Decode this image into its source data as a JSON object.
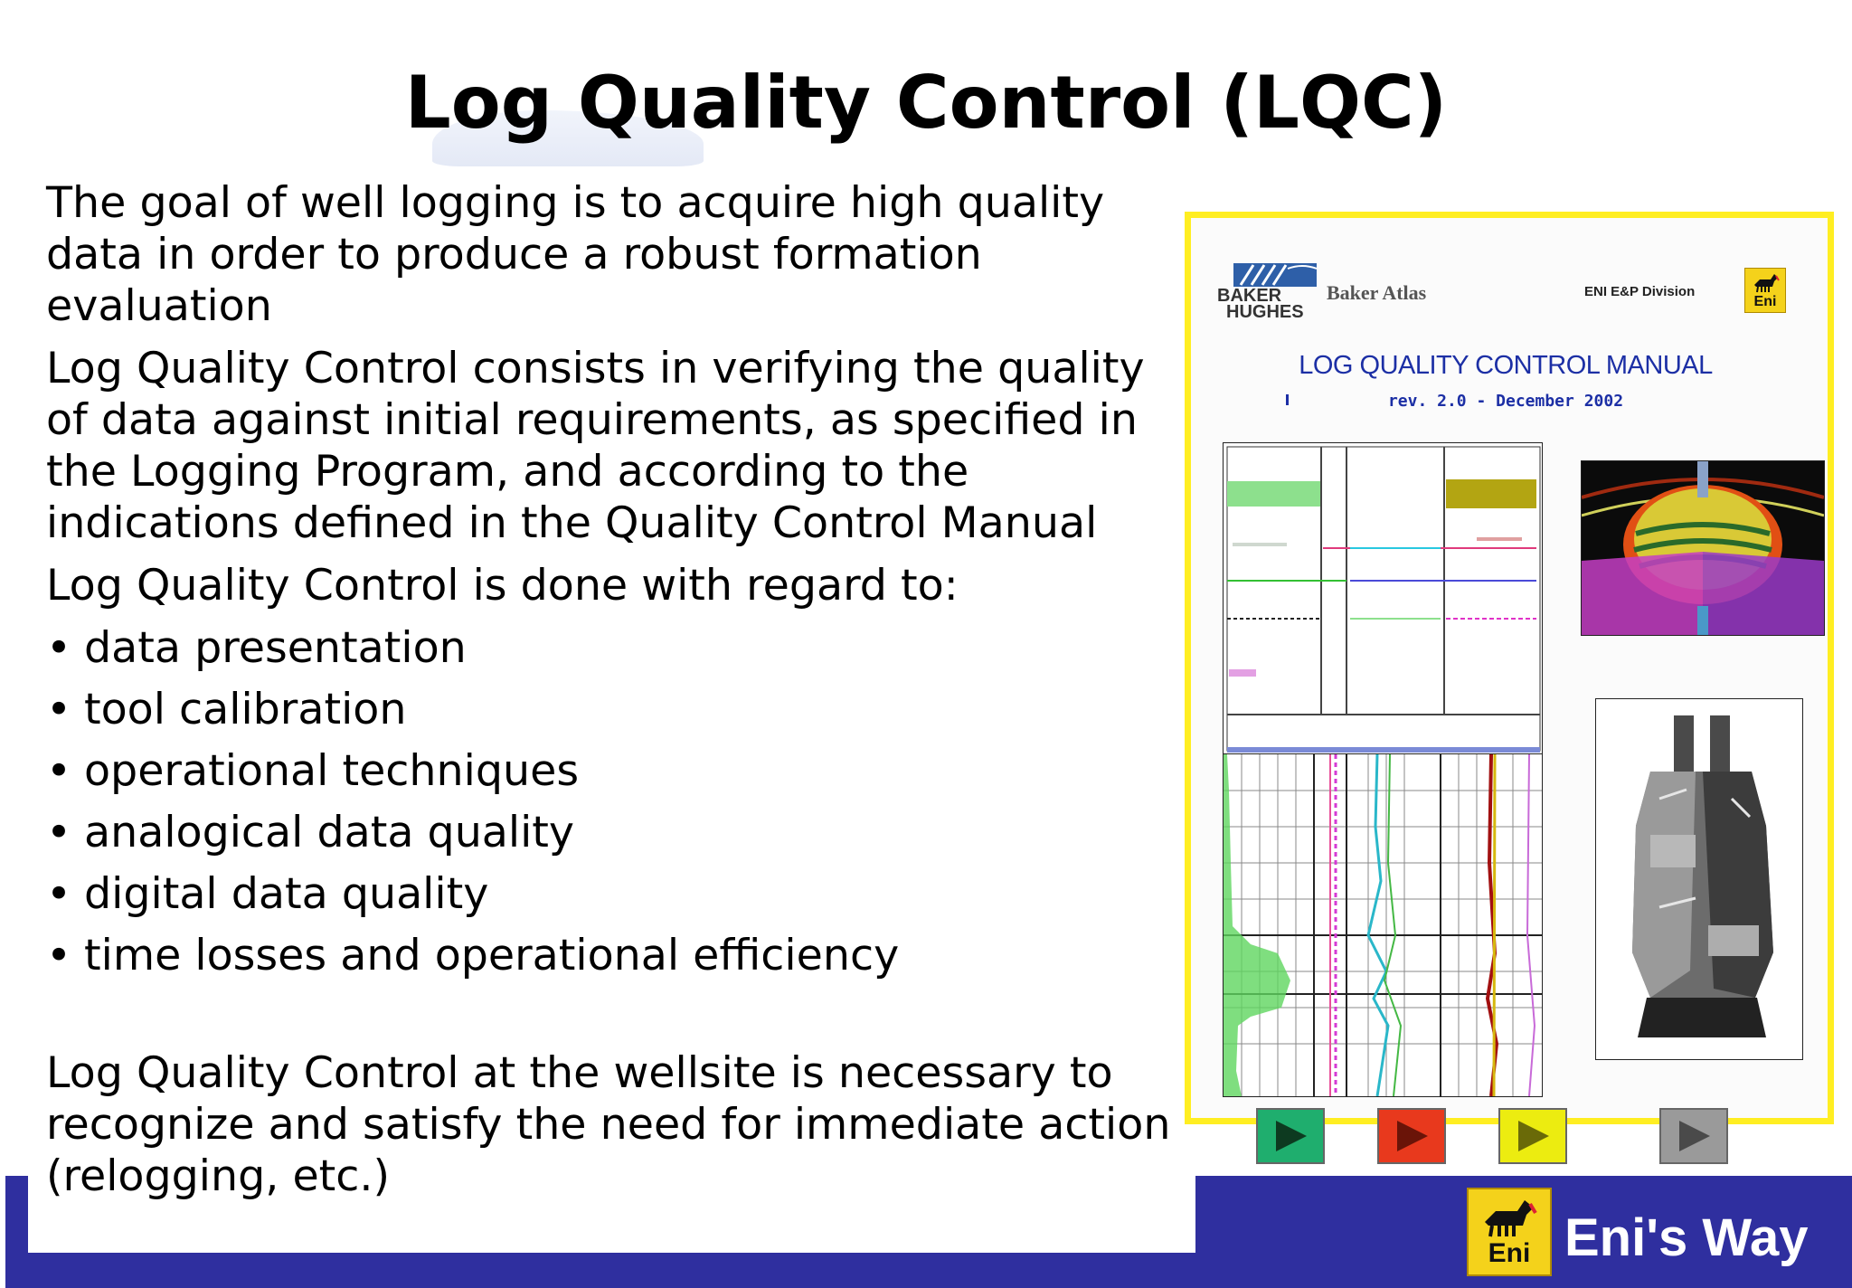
{
  "slide": {
    "title": "Log Quality Control (LQC)",
    "paragraphs": [
      "The goal of well logging is to acquire high quality data in order to produce a robust formation evaluation",
      "Log Quality Control consists in verifying the quality of data against initial requirements, as specified in the Logging Program, and according to the indications defined in the Quality Control Manual",
      "Log Quality Control is done with regard to:"
    ],
    "bullet_symbol": "•",
    "bullets": [
      "data presentation",
      "tool calibration",
      "operational techniques",
      "analogical data quality",
      "digital data quality",
      "time losses and operational efficiency"
    ],
    "closing_paragraph": "Log Quality Control at the wellsite is necessary to recognize and satisfy the need for immediate action (relogging, etc.)"
  },
  "manual_cover": {
    "logo_word_1": "BAKER",
    "logo_word_2": "HUGHES",
    "company": "Baker Atlas",
    "division": "ENI E&P Division",
    "eni_small": "Eni",
    "title": "LOG QUALITY CONTROL MANUAL",
    "revision": "rev.  2.0  -  December 2002",
    "nav_buttons": [
      {
        "name": "nav-button-green",
        "color": "#1fae6e"
      },
      {
        "name": "nav-button-red",
        "color": "#e8391d"
      },
      {
        "name": "nav-button-yellow",
        "color": "#ecec10"
      },
      {
        "name": "nav-button-grey",
        "color": "#9a9a9a"
      }
    ]
  },
  "footer": {
    "logo_text": "Eni",
    "brand": "Eni's Way",
    "colors": {
      "bar": "#2f2f9f",
      "logo": "#f4d21b"
    }
  }
}
